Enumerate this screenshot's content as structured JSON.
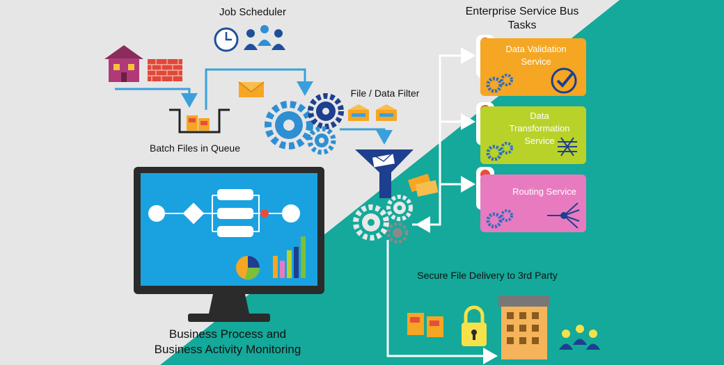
{
  "labels": {
    "job_scheduler": "Job Scheduler",
    "esb_line1": "Enterprise Service Bus",
    "esb_line2": "Tasks",
    "file_filter": "File / Data Filter",
    "batch_queue": "Batch Files in Queue",
    "secure_delivery": "Secure File Delivery to 3rd Party",
    "bpm_line1": "Business Process and",
    "bpm_line2": "Business Activity Monitoring"
  },
  "services": [
    {
      "lines": [
        "Data Validation",
        "Service"
      ],
      "color": "#f5a623"
    },
    {
      "lines": [
        "Data",
        "Transformation",
        "Service"
      ],
      "color": "#b9d22a"
    },
    {
      "lines": [
        "Routing Service"
      ],
      "color": "#e87bc0"
    }
  ],
  "colors": {
    "background_light": "#e6e6e6",
    "background_teal": "#14a99a",
    "arrow": "#3aa0dc",
    "arrow_white": "#ffffff",
    "monitor_screen": "#1aa2e0",
    "gear_blue": "#2f8fd3",
    "gear_navy": "#1e3f8f"
  },
  "icons": [
    "house-icon",
    "brick-wall-icon",
    "clock-icon",
    "people-icon",
    "envelope-icon",
    "gear-icon",
    "funnel-icon",
    "traffic-light-icon",
    "checkmark-icon",
    "lock-icon",
    "building-icon",
    "files-icon",
    "pie-chart-icon",
    "bar-chart-icon"
  ]
}
